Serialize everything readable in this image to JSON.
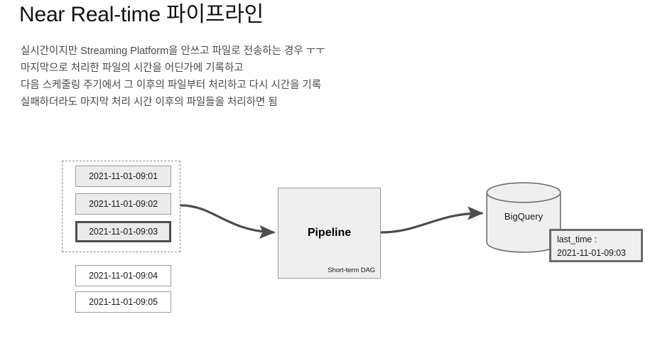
{
  "slide": {
    "title": "Near Real-time 파이프라인",
    "body_lines": [
      "실시간이지만 Streaming Platform을 안쓰고 파일로 전송하는 경우 ㅜㅜ",
      "마지막으로 처리한 파일의 시간을 어딘가에 기록하고",
      "다음 스케줄링 주기에서 그 이후의 파일부터 처리하고 다시 시간을 기록",
      "실패하더라도 마지막 처리 시간 이후의 파일들을 처리하면 됨"
    ]
  },
  "diagram": {
    "file_boxes": [
      {
        "label": "2021-11-01-09:01",
        "state": "pending"
      },
      {
        "label": "2021-11-01-09:02",
        "state": "pending"
      },
      {
        "label": "2021-11-01-09:03",
        "state": "current"
      },
      {
        "label": "2021-11-01-09:04",
        "state": "future"
      },
      {
        "label": "2021-11-01-09:05",
        "state": "future"
      }
    ],
    "pipeline": {
      "label": "Pipeline",
      "sublabel": "Short-term DAG"
    },
    "datastore": {
      "label": "BigQuery"
    },
    "callout": {
      "key": "last_time :",
      "value": "2021-11-01-09:03"
    },
    "colors": {
      "fill_gray": "#ebebeb",
      "node_fill": "#efefef",
      "border_gray": "#9a9a9a",
      "border_dark": "#4d4d4d",
      "edge": "#4d4d4d",
      "dashed_group": "#8c8c8c",
      "text": "#1a1a1a",
      "body_text": "#4a4a4a"
    }
  }
}
